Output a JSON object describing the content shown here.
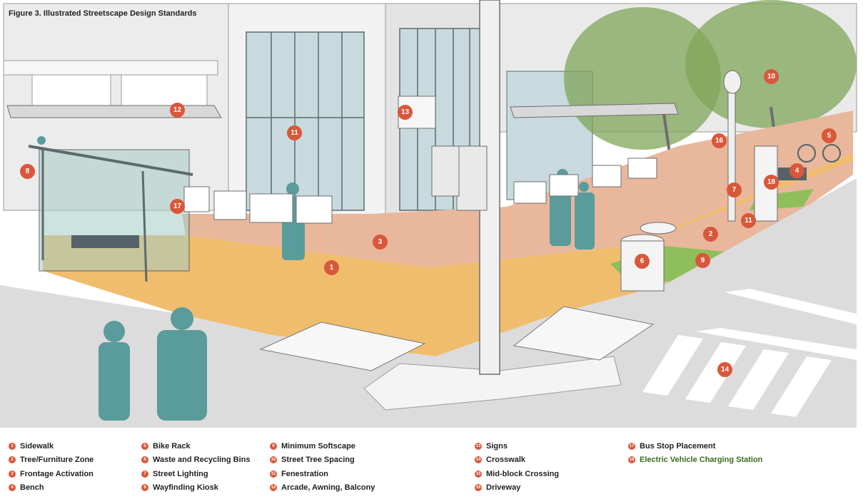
{
  "figure_title": "Figure 3. Illustrated Streetscape Design Standards",
  "markers": {
    "m1": "1",
    "m2": "2",
    "m3": "3",
    "m4": "4",
    "m5": "5",
    "m6": "6",
    "m7": "7",
    "m8": "8",
    "m9": "9",
    "m10": "10",
    "m11a": "11",
    "m11b": "11",
    "m12": "12",
    "m13": "13",
    "m14": "14",
    "m16": "16",
    "m17": "17",
    "m18": "18"
  },
  "legend": [
    {
      "num": "1",
      "label": "Sidewalk"
    },
    {
      "num": "2",
      "label": "Tree/Furniture Zone"
    },
    {
      "num": "3",
      "label": "Frontage Activation"
    },
    {
      "num": "4",
      "label": "Bench"
    },
    {
      "num": "5",
      "label": "Bike Rack"
    },
    {
      "num": "6",
      "label": "Waste and Recycling Bins"
    },
    {
      "num": "7",
      "label": "Street Lighting"
    },
    {
      "num": "8",
      "label": "Wayfinding Kiosk"
    },
    {
      "num": "9",
      "label": "Minimum Softscape"
    },
    {
      "num": "10",
      "label": "Street Tree Spacing"
    },
    {
      "num": "11",
      "label": "Fenestration"
    },
    {
      "num": "12",
      "label": "Arcade, Awning, Balcony"
    },
    {
      "num": "13",
      "label": "Signs"
    },
    {
      "num": "14",
      "label": "Crosswalk"
    },
    {
      "num": "15",
      "label": "Mid-block Crossing"
    },
    {
      "num": "16",
      "label": "Driveway"
    },
    {
      "num": "17",
      "label": "Bus Stop Placement"
    },
    {
      "num": "18",
      "label": "Electric Vehicle Charging Station"
    }
  ],
  "colors": {
    "marker": "#d9573a",
    "sidewalk": "#f0bd6e",
    "frontage": "#e8b79c",
    "softscape": "#8fbf5a",
    "people": "#5a9b9b",
    "tree": "#7fa65a",
    "ev_label": "#3a6b1f"
  }
}
